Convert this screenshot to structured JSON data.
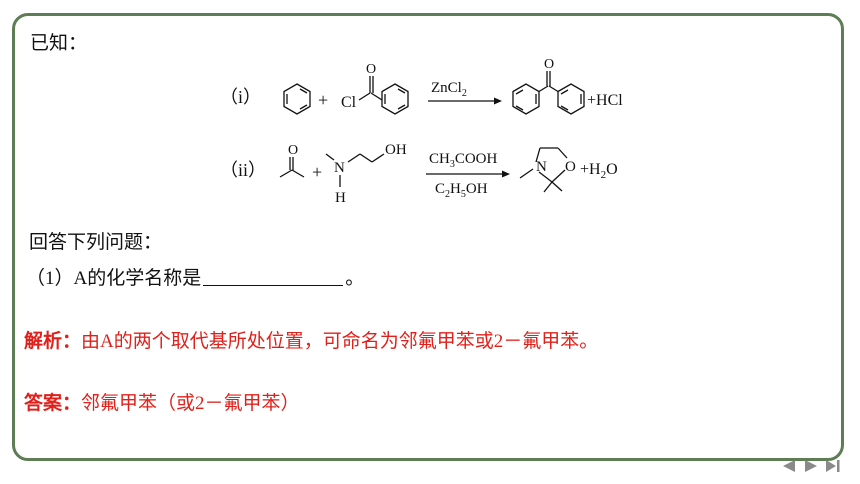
{
  "intro": "已知：",
  "reactions": {
    "r1": {
      "label": "（i）",
      "plus": "+",
      "cl": "Cl",
      "o": "O",
      "catalyst_base": "ZnCl",
      "catalyst_sub": "2",
      "product_extra": "+HCl"
    },
    "r2": {
      "label": "（ii）",
      "plus": "+",
      "o": "O",
      "n": "N",
      "h": "H",
      "oh": "OH",
      "reagent_top_pre": "CH",
      "reagent_top_sub": "3",
      "reagent_top_post": "COOH",
      "reagent_bot_pre": "C",
      "reagent_bot_sub1": "2",
      "reagent_bot_mid": "H",
      "reagent_bot_sub2": "5",
      "reagent_bot_post": "OH",
      "product_n": "N",
      "product_o": "O",
      "product_extra_pre": "+H",
      "product_extra_sub": "2",
      "product_extra_post": "O"
    }
  },
  "prompt": "回答下列问题：",
  "question1": {
    "prefix": "（1）A的化学名称是",
    "suffix": "。"
  },
  "analysis": {
    "label": "解析：",
    "text": "由A的两个取代基所处位置，可命名为邻氟甲苯或2－氟甲苯。"
  },
  "answer": {
    "label": "答案：",
    "text": "邻氟甲苯（或2－氟甲苯）"
  },
  "colors": {
    "border": "#5f7d55",
    "highlight": "#e0211b",
    "nav": "#8a8a8a"
  },
  "nav": {
    "icons": [
      "prev-icon",
      "next-icon",
      "last-icon"
    ]
  }
}
